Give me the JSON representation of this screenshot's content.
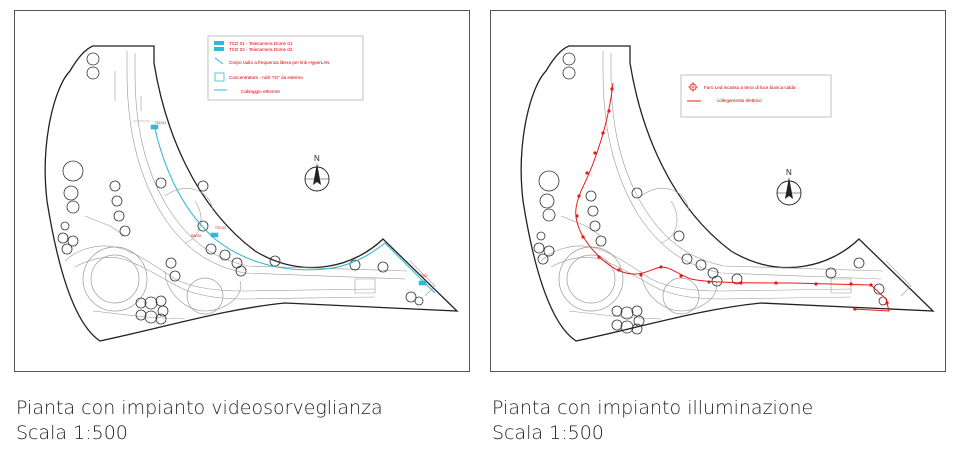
{
  "left_plan": {
    "legend": {
      "tcd_01": "TCD 01 - Telecamera Dome 01",
      "tcd_02": "TCD 02 - Telecamera Dome 02",
      "radio": "Corpo radio a frequenza libera per link HyperLAN",
      "concentratore": "Concentratore - nick \"IO\" da esterno",
      "cablaggio": "Cablaggio ethernet"
    },
    "tags": {
      "tag_1": "TCD 01",
      "tag_2": "TCD 02",
      "tag_3": "RADIO",
      "tag_4": "TCD"
    },
    "north_label": "N",
    "caption_title": "Pianta con impianto videosorveglianza",
    "caption_scale": "Scala 1:500"
  },
  "right_plan": {
    "legend": {
      "faro": "Faro Led incasso a terra di luce bianca calda",
      "collegamento": "collegamento elettrico"
    },
    "north_label": "N",
    "caption_title": "Pianta con impianto illuminazione",
    "caption_scale": "Scala 1:500"
  },
  "colors": {
    "cctv_line": "#33b8d8",
    "lighting_line": "#e81818",
    "outline": "#222222",
    "detail": "#9a9a9a",
    "legend_text": "#cc0000"
  }
}
